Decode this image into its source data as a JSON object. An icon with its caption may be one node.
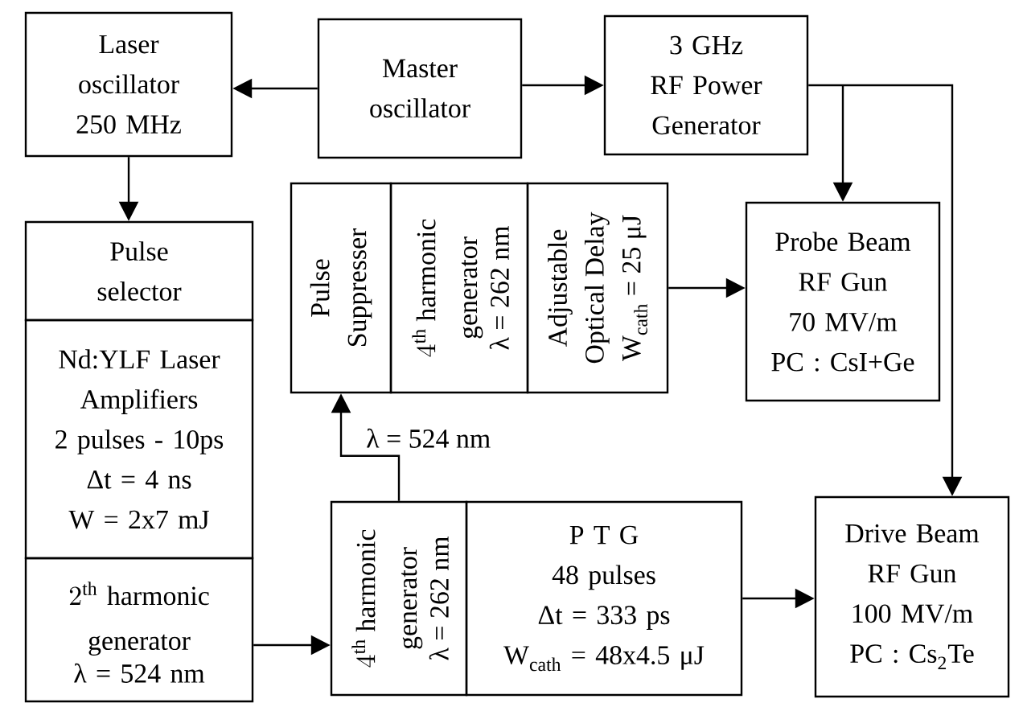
{
  "diagram": {
    "nodes": [
      {
        "text": [
          "Laser oscillator",
          "250 MHz"
        ]
      },
      {
        "text": [
          "Master oscillator"
        ]
      },
      {
        "text": [
          "3 GHz RF Power Generator"
        ]
      },
      {
        "text": [
          "Pulse selector"
        ]
      },
      {
        "text": [
          "Nd:YLF Laser Amplifiers",
          "2 pulses - 10ps",
          "Δt = 4 ns",
          "W = 2x7 mJ"
        ]
      },
      {
        "text": [
          "\\begin{gathered}2^{\\text{th}}\\text{ harmonic}\\\\ \\text{generator}\\end{gathered}",
          "λ = 524 nm"
        ]
      },
      {
        "text": [
          "Pulse Suppresser"
        ]
      },
      {
        "text": [
          "\\begin{gathered}4^{\\text{th}}\\text{ harmonic}\\\\ \\text{generator}\\end{gathered}",
          "λ = 262 nm"
        ]
      },
      {
        "text": [
          "Adjustable Optical Delay",
          "W$_{cath}$ = 25 μJ"
        ]
      },
      {
        "text": [
          "Probe Beam RF Gun",
          "70 MV/m",
          "PC : CsI+Ge"
        ]
      },
      {
        "text": [
          "\\begin{gathered}4^{\\text{th}}\\text{ harmonic}\\\\ \\text{generator}\\end{gathered}",
          "λ = 262 nm"
        ]
      },
      {
        "text": [
          "P T G",
          "48 pulses",
          "Δt = 333 ps",
          "W$_{cath}$ = 48x4.5 μJ"
        ]
      },
      {
        "text": [
          "Drive Beam RF Gun",
          "100 MV/m",
          "PC : Cs$_{2}$Te"
        ]
      }
    ],
    "edges": [
      {
        "from": 1,
        "to": 0,
        "arrow": "to"
      },
      {
        "from": 1,
        "to": 2,
        "arrow": "to"
      },
      {
        "from": 2,
        "to": 9,
        "arrow": "to"
      },
      {
        "from": 2,
        "to": 12,
        "arrow": "to"
      },
      {
        "from": 0,
        "to": 3,
        "arrow": "to"
      },
      {
        "from": 5,
        "to": 10,
        "arrow": "to"
      },
      {
        "from": 10,
        "to": 6,
        "arrow": "to",
        "label": "λ = 524 nm"
      },
      {
        "from": 8,
        "to": 9,
        "arrow": "to"
      },
      {
        "from": 11,
        "to": 12,
        "arrow": "to"
      }
    ]
  }
}
